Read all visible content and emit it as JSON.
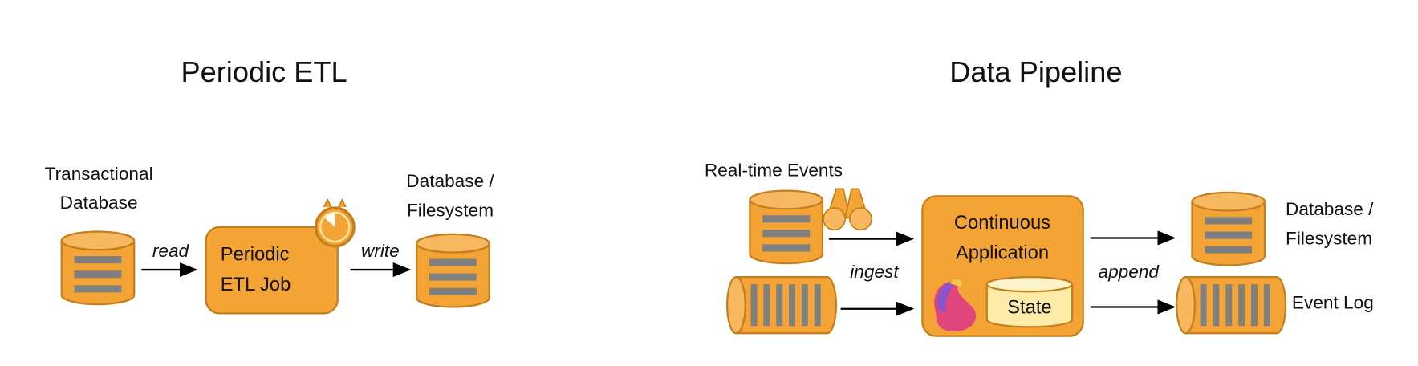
{
  "colors": {
    "orange": "#F3A435",
    "orange_stroke": "#C47E1C",
    "bar": "#7F7F7F",
    "state": "#FDEBA8",
    "arrow": "#000000"
  },
  "left": {
    "title": "Periodic ETL",
    "source_label": [
      "Transactional",
      "Database"
    ],
    "read_label": "read",
    "job_label": [
      "Periodic",
      "ETL Job"
    ],
    "write_label": "write",
    "target_label": [
      "Database /",
      "Filesystem"
    ]
  },
  "right": {
    "title": "Data Pipeline",
    "events_label": "Real-time Events",
    "ingest_label": "ingest",
    "app_label": [
      "Continuous",
      "Application"
    ],
    "state_label": "State",
    "append_label": "append",
    "target_db_label": [
      "Database /",
      "Filesystem"
    ],
    "event_log_label": "Event Log"
  }
}
